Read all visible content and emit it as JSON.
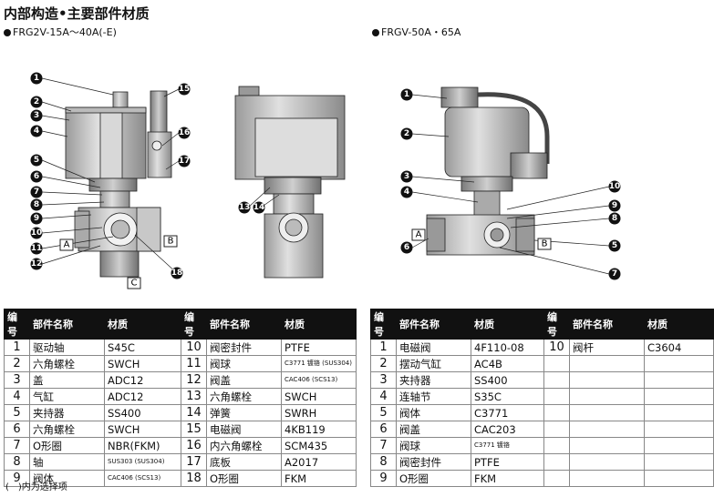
{
  "title": "内部构造•主要部件材质",
  "left_model": "FRG2V-15A～40A(-E)",
  "right_model": "FRGV-50A・65A",
  "port_labels": {
    "a": "A",
    "b": "B",
    "c": "C"
  },
  "left_callouts": [
    "1",
    "2",
    "3",
    "4",
    "5",
    "6",
    "7",
    "8",
    "9",
    "10",
    "11",
    "12",
    "15",
    "16",
    "17",
    "18"
  ],
  "side_callouts": [
    "13",
    "14"
  ],
  "right_callouts": [
    "1",
    "2",
    "3",
    "4",
    "6",
    "10",
    "9",
    "8",
    "5",
    "7"
  ],
  "headers": {
    "no": "编号",
    "name": "部件名称",
    "material": "材质"
  },
  "left_table": {
    "col1": [
      {
        "no": "1",
        "name": "驱动轴",
        "material": "S45C"
      },
      {
        "no": "2",
        "name": "六角螺栓",
        "material": "SWCH"
      },
      {
        "no": "3",
        "name": "盖",
        "material": "ADC12"
      },
      {
        "no": "4",
        "name": "气缸",
        "material": "ADC12"
      },
      {
        "no": "5",
        "name": "夹持器",
        "material": "SS400"
      },
      {
        "no": "6",
        "name": "六角螺栓",
        "material": "SWCH"
      },
      {
        "no": "7",
        "name": "O形圈",
        "material": "NBR(FKM)"
      },
      {
        "no": "8",
        "name": "轴",
        "material": "SUS303 (SUS304)"
      },
      {
        "no": "9",
        "name": "阀体",
        "material": "CAC406 (SCS13)"
      }
    ],
    "col2": [
      {
        "no": "10",
        "name": "阀密封件",
        "material": "PTFE"
      },
      {
        "no": "11",
        "name": "阀球",
        "material": "C3771 镀铬 (SUS304)"
      },
      {
        "no": "12",
        "name": "阀盖",
        "material": "CAC406 (SCS13)"
      },
      {
        "no": "13",
        "name": "六角螺栓",
        "material": "SWCH"
      },
      {
        "no": "14",
        "name": "弹簧",
        "material": "SWRH"
      },
      {
        "no": "15",
        "name": "电磁阀",
        "material": "4KB119"
      },
      {
        "no": "16",
        "name": "内六角螺栓",
        "material": "SCM435"
      },
      {
        "no": "17",
        "name": "底板",
        "material": "A2017"
      },
      {
        "no": "18",
        "name": "O形圈",
        "material": "FKM"
      }
    ]
  },
  "right_table": {
    "col1": [
      {
        "no": "1",
        "name": "电磁阀",
        "material": "4F110-08"
      },
      {
        "no": "2",
        "name": "摆动气缸",
        "material": "AC4B"
      },
      {
        "no": "3",
        "name": "夹持器",
        "material": "SS400"
      },
      {
        "no": "4",
        "name": "连轴节",
        "material": "S35C"
      },
      {
        "no": "5",
        "name": "阀体",
        "material": "C3771"
      },
      {
        "no": "6",
        "name": "阀盖",
        "material": "CAC203"
      },
      {
        "no": "7",
        "name": "阀球",
        "material": "C3771 镀铬"
      },
      {
        "no": "8",
        "name": "阀密封件",
        "material": "PTFE"
      },
      {
        "no": "9",
        "name": "O形圈",
        "material": "FKM"
      }
    ],
    "col2": [
      {
        "no": "10",
        "name": "阀杆",
        "material": "C3604"
      },
      {
        "no": "",
        "name": "",
        "material": ""
      },
      {
        "no": "",
        "name": "",
        "material": ""
      },
      {
        "no": "",
        "name": "",
        "material": ""
      },
      {
        "no": "",
        "name": "",
        "material": ""
      },
      {
        "no": "",
        "name": "",
        "material": ""
      },
      {
        "no": "",
        "name": "",
        "material": ""
      },
      {
        "no": "",
        "name": "",
        "material": ""
      },
      {
        "no": "",
        "name": "",
        "material": ""
      }
    ]
  },
  "note": "(　)内为选择项",
  "small_material_rows": [
    "SUS303 (SUS304)",
    "CAC406 (SCS13)",
    "C3771 镀铬 (SUS304)",
    "C3771 镀铬"
  ]
}
